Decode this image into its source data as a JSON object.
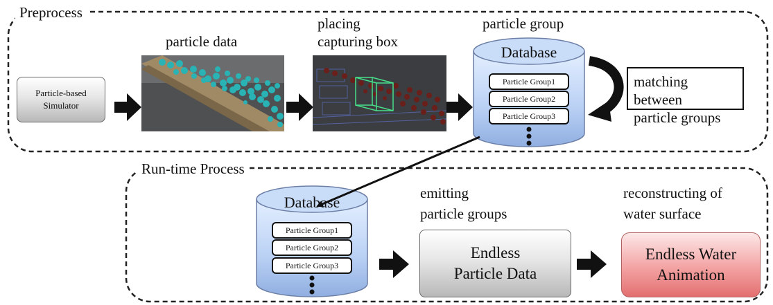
{
  "sections": {
    "preprocess": "Preprocess",
    "runtime": "Run-time Process"
  },
  "preprocess": {
    "simulator_box": "Particle-based Simulator",
    "particle_data_caption": "particle data",
    "capturing_caption_line1": "placing",
    "capturing_caption_line2": "capturing box",
    "group_caption": "particle group",
    "db_title": "Database",
    "db_items": [
      "Particle Group1",
      "Particle Group2",
      "Particle Group3"
    ],
    "matching_line1": "matching between",
    "matching_line2": "particle groups"
  },
  "runtime": {
    "db_title": "Database",
    "db_items": [
      "Particle Group1",
      "Particle Group2",
      "Particle Group3"
    ],
    "emitting_line1": "emitting",
    "emitting_line2": "particle groups",
    "endless_particle_line1": "Endless",
    "endless_particle_line2": "Particle Data",
    "reconstruct_line1": "reconstructing of",
    "reconstruct_line2": "water surface",
    "endless_water_line1": "Endless Water",
    "endless_water_line2": "Animation"
  }
}
